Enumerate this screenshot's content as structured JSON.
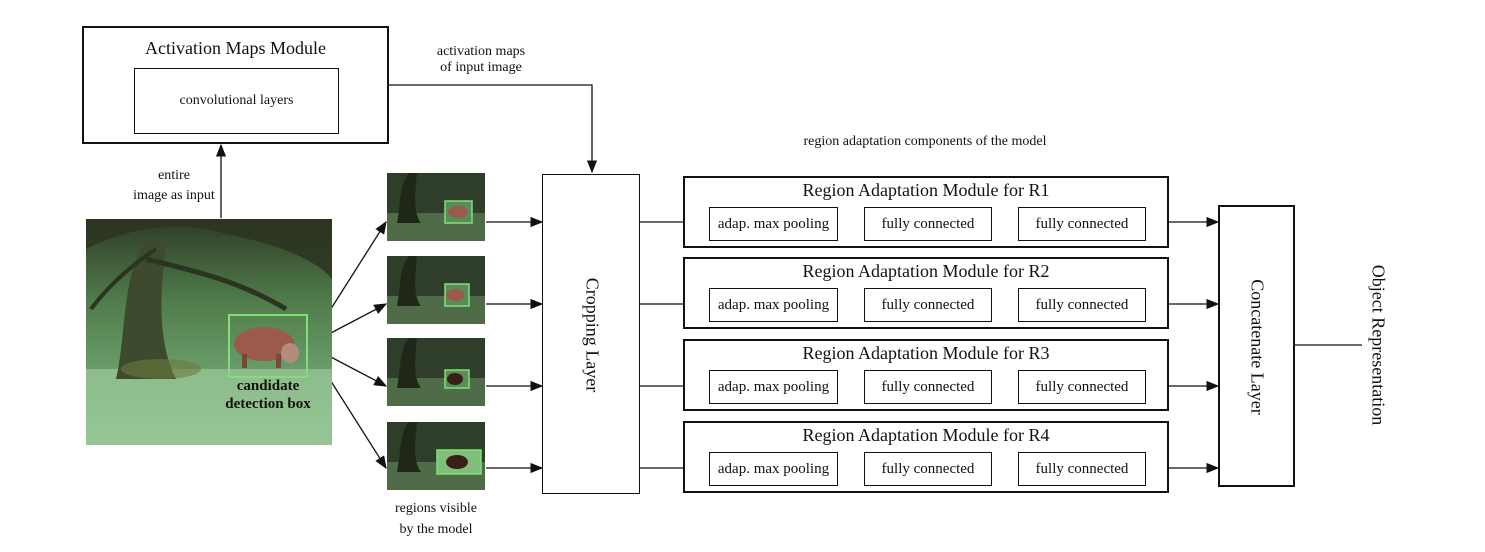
{
  "activation_module": {
    "title": "Activation Maps Module",
    "inner": "convolutional layers"
  },
  "labels": {
    "activation_maps": [
      "activation maps",
      "of input image"
    ],
    "entire_image": [
      "entire",
      "image as input"
    ],
    "candidate_box": [
      "candidate",
      "detection box"
    ],
    "regions_visible": [
      "regions visible",
      "by the model"
    ],
    "region_components": "region adaptation components of the model"
  },
  "cropping_layer": "Cropping  Layer",
  "concatenate_layer": "Concatenate Layer",
  "output": "Object Representation",
  "region_modules": [
    {
      "title": "Region Adaptation Module for R1",
      "blocks": [
        "adap. max pooling",
        "fully connected",
        "fully connected"
      ]
    },
    {
      "title": "Region Adaptation Module for R2",
      "blocks": [
        "adap. max pooling",
        "fully connected",
        "fully connected"
      ]
    },
    {
      "title": "Region Adaptation Module for R3",
      "blocks": [
        "adap. max pooling",
        "fully connected",
        "fully connected"
      ]
    },
    {
      "title": "Region Adaptation Module for R4",
      "blocks": [
        "adap. max pooling",
        "fully connected",
        "fully connected"
      ]
    }
  ],
  "colors": {
    "grass": "#5fae6e",
    "tree": "#3d4a2d",
    "cow": "#9b5a4a",
    "box_highlight": "#7fe07a"
  }
}
